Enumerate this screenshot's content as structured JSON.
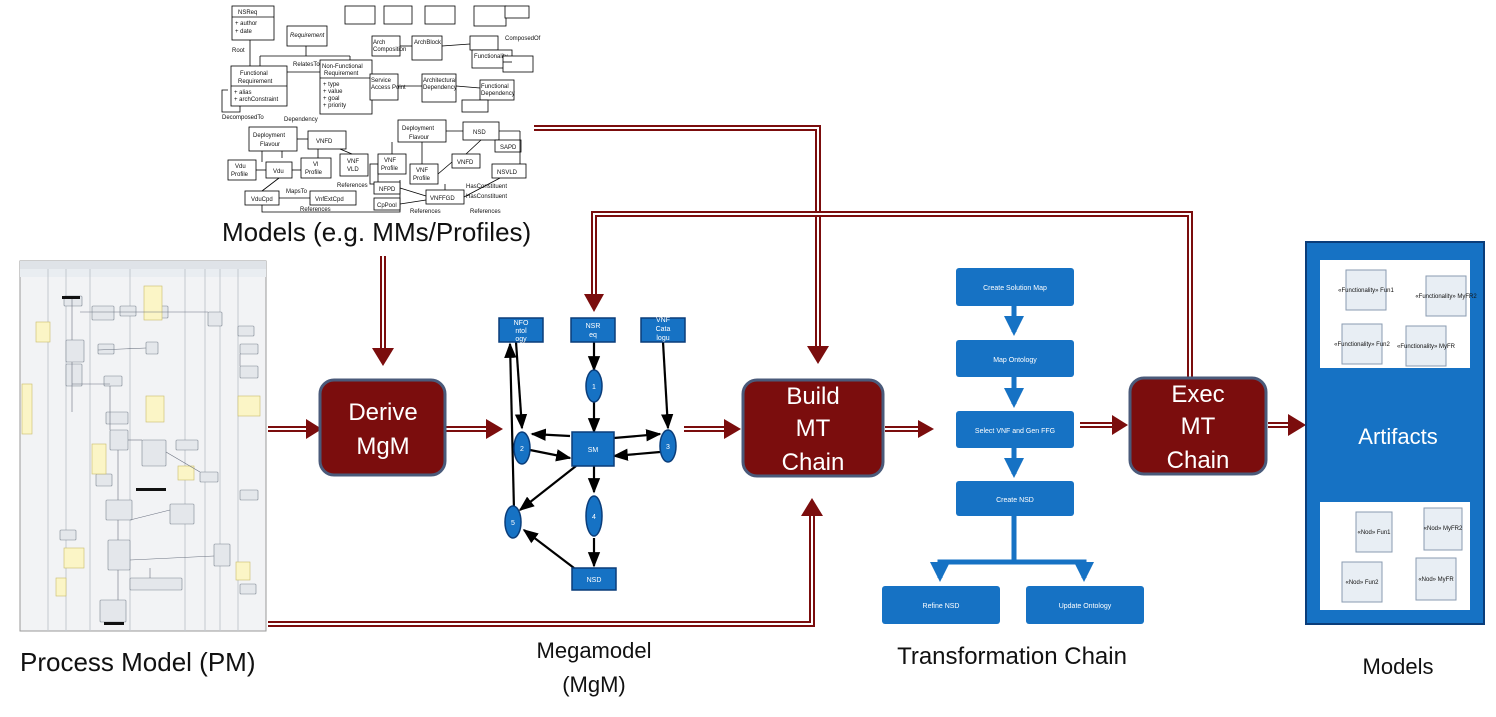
{
  "captions": {
    "models_mm": "Models (e.g. MMs/Profiles)",
    "process_model": "Process Model (PM)",
    "megamodel_1": "Megamodel",
    "megamodel_2": "(MgM)",
    "transformation_chain": "Transformation Chain",
    "models_right": "Models"
  },
  "steps": {
    "derive": [
      "Derive",
      "MgM"
    ],
    "build": [
      "Build",
      "MT",
      "Chain"
    ],
    "exec": [
      "Exec",
      "MT",
      "Chain"
    ]
  },
  "artifacts": {
    "label": "Artifacts",
    "top_items": [
      "«Functionality» Fun1",
      "«Functionality» MyFR2",
      "«Functionality» Fun2",
      "«Functionality» MyFR"
    ],
    "bottom_items": [
      "«Nod» Fun1",
      "«Nod» MyFR2",
      "«Nod» Fun2",
      "«Nod» MyFR"
    ]
  },
  "megamodel": {
    "nodes": {
      "nfo": [
        "NFO",
        "ntol",
        "ogy"
      ],
      "nsr": [
        "NSR",
        "eq"
      ],
      "vnf": [
        "VNF",
        "Cata",
        "logu"
      ],
      "sm": "SM",
      "nsd": "NSD"
    },
    "ellipses": [
      "1",
      "2",
      "3",
      "4",
      "5"
    ]
  },
  "transformation": {
    "steps": [
      "Create Solution Map",
      "Map Ontology",
      "Select VNF and Gen FFG",
      "Create NSD"
    ],
    "branches": [
      "Refine NSD",
      "Update Ontology"
    ]
  },
  "uml": {
    "nsreq": {
      "name": "NSReq",
      "attrs": [
        "+ author",
        "+ date"
      ]
    },
    "requirement": "Requirement",
    "root": "Root",
    "relates_to": "RelatesTo",
    "functional": {
      "name": [
        "Functional",
        "Requirement"
      ],
      "attrs": [
        "+ alias",
        "+ archConstraint"
      ]
    },
    "nonfunctional": {
      "name": [
        "Non-Functional",
        "Requirement"
      ],
      "attrs": [
        "+ type",
        "+ value",
        "+ goal",
        "+ priority"
      ]
    },
    "decomposed_to": "DecomposedTo",
    "dependency": "Dependency",
    "deployment_flavour": [
      "Deployment",
      "Flavour"
    ],
    "vnfd": "VNFD",
    "vdu_profile": [
      "Vdu",
      "Profile"
    ],
    "vdu": "Vdu",
    "vl_profile": [
      "Vl",
      "Profile"
    ],
    "vnf_vld": [
      "VNF",
      "VLD"
    ],
    "references": "References",
    "maps_to": "MapsTo",
    "vducpd": "VduCpd",
    "vnfextcpd": "VnfExtCpd",
    "nsd": "NSD",
    "sapd": "SAPD",
    "vnf_profile": [
      "VNF",
      "Profile"
    ],
    "nfpd": "NFPD",
    "cppool": "CpPool",
    "vnffgd": "VNFFGD",
    "nsvld": "NSVLD",
    "has_constituent": "HasConstituent",
    "arch_composition": [
      "Arch",
      "Composition"
    ],
    "arch_block": "ArchBlock",
    "functionality": "Functionality",
    "functional_dependency": [
      "Functional",
      "Dependency"
    ],
    "architectural_dependency": [
      "Architectural",
      "Dependency"
    ],
    "service_access_point": [
      "Service",
      "Access Point"
    ],
    "composed_of": "ComposedOf"
  },
  "colors": {
    "maroon": "#7b0d0d",
    "blue": "#1672c4",
    "dark_blue": "#0a3d7a",
    "edge": "#4a5a7a"
  }
}
